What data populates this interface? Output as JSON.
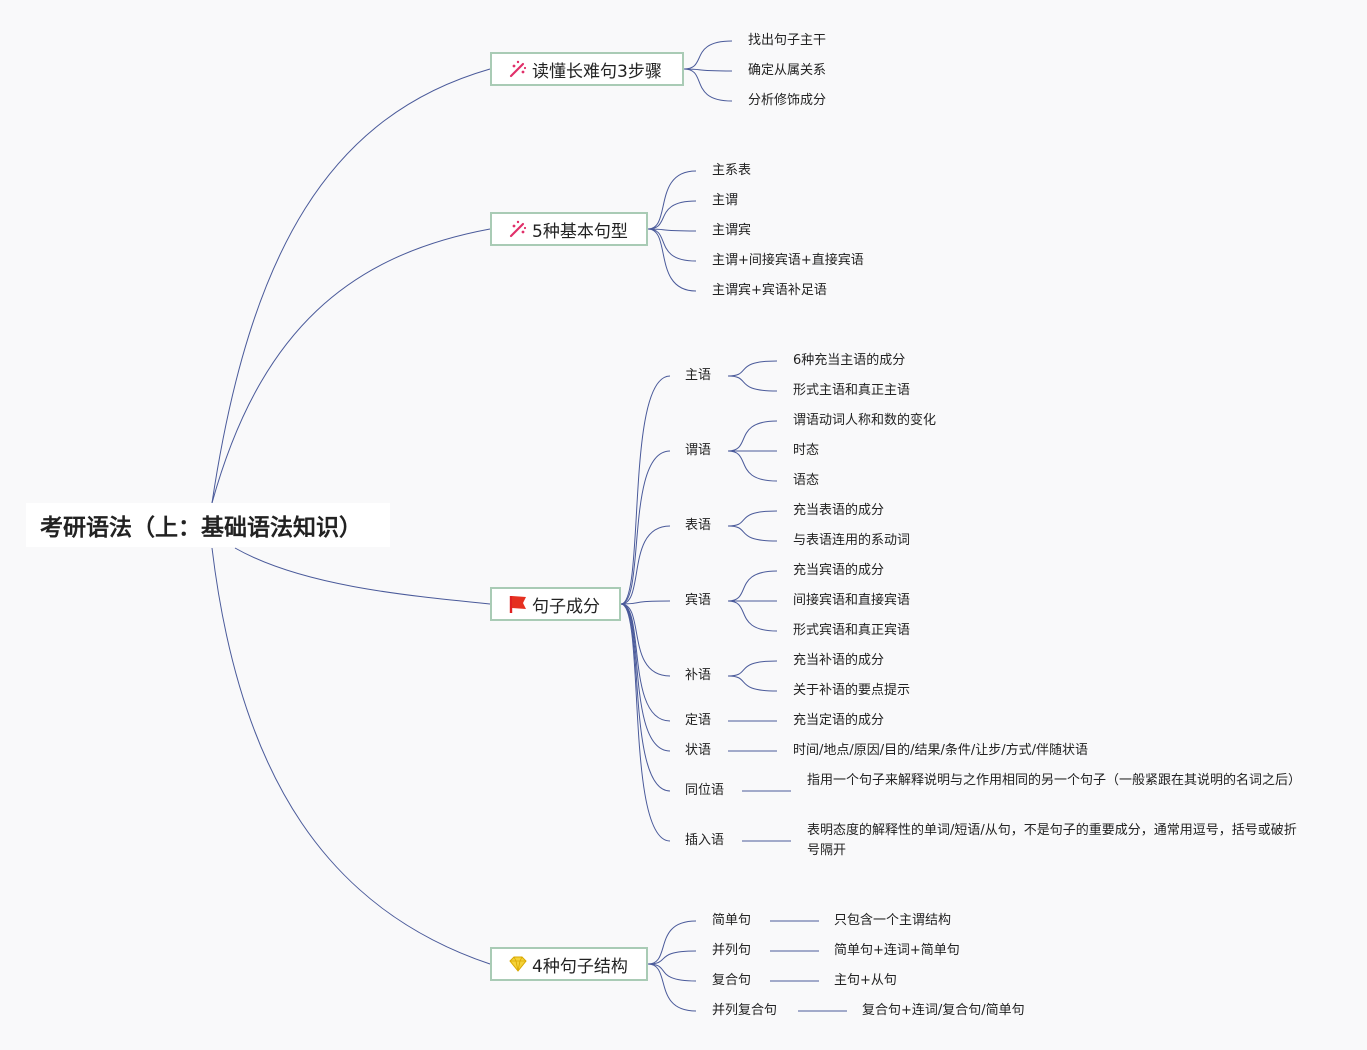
{
  "root": {
    "title": "考研语法（上：基础语法知识）"
  },
  "branches": [
    {
      "title": "读懂长难句3步骤",
      "icon": "sparkle-icon",
      "items": [
        "找出句子主干",
        "确定从属关系",
        "分析修饰成分"
      ]
    },
    {
      "title": "5种基本句型",
      "icon": "sparkle-icon",
      "items": [
        "主系表",
        "主谓",
        "主谓宾",
        "主谓+间接宾语+直接宾语",
        "主谓宾+宾语补足语"
      ]
    },
    {
      "title": "句子成分",
      "icon": "red-flag-icon",
      "groups": [
        {
          "name": "主语",
          "items": [
            "6种充当主语的成分",
            "形式主语和真正主语"
          ]
        },
        {
          "name": "谓语",
          "items": [
            "谓语动词人称和数的变化",
            "时态",
            "语态"
          ]
        },
        {
          "name": "表语",
          "items": [
            "充当表语的成分",
            "与表语连用的系动词"
          ]
        },
        {
          "name": "宾语",
          "items": [
            "充当宾语的成分",
            "间接宾语和直接宾语",
            "形式宾语和真正宾语"
          ]
        },
        {
          "name": "补语",
          "items": [
            "充当补语的成分",
            "关于补语的要点提示"
          ]
        },
        {
          "name": "定语",
          "items": [
            "充当定语的成分"
          ]
        },
        {
          "name": "状语",
          "items": [
            "时间/地点/原因/目的/结果/条件/让步/方式/伴随状语"
          ]
        },
        {
          "name": "同位语",
          "items": [
            "指用一个句子来解释说明与之作用相同的另一个句子（一般紧跟在其说明的名词之后）"
          ]
        },
        {
          "name": "插入语",
          "items": [
            "表明态度的解释性的单词/短语/从句，不是句子的重要成分，通常用逗号，括号或破折号隔开"
          ]
        }
      ]
    },
    {
      "title": "4种句子结构",
      "icon": "diamond-icon",
      "groups": [
        {
          "name": "简单句",
          "items": [
            "只包含一个主谓结构"
          ]
        },
        {
          "name": "并列句",
          "items": [
            "简单句+连词+简单句"
          ]
        },
        {
          "name": "复合句",
          "items": [
            "主句+从句"
          ]
        },
        {
          "name": "并列复合句",
          "items": [
            "复合句+连词/复合句/简单句"
          ]
        }
      ]
    }
  ],
  "colors": {
    "line": "#4a5a9a",
    "branch_border": "#a9cbb5",
    "background": "#f9f9fa"
  }
}
